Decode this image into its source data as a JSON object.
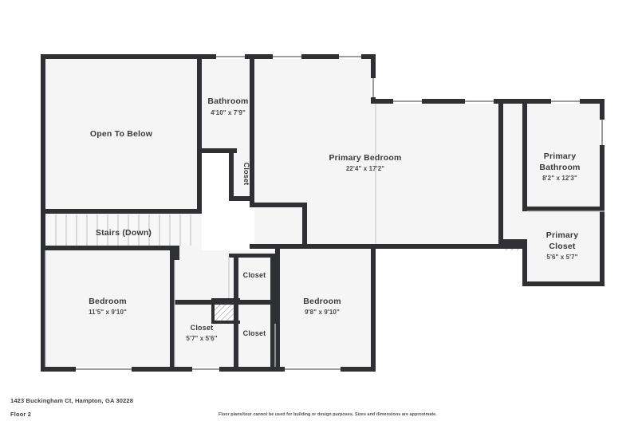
{
  "document": {
    "address": "1423 Buckingham Ct, Hampton, GA 30228",
    "floor_label": "Floor 2",
    "disclaimer": "Floor plans/tour cannot be used for building or design purposes. Sizes and dimensions are approximate."
  },
  "colors": {
    "background": "#ffffff",
    "floor_fill": "#f5f5f5",
    "wall": "#2e3033",
    "wall_light": "#6f7276",
    "window": "#ffffff",
    "text": "#3a3a3c",
    "hatch": "#8a8c90",
    "stair_line": "#b9bbbe"
  },
  "rooms": [
    {
      "id": "open-to-below",
      "name": "Open To Below",
      "dims": ""
    },
    {
      "id": "bathroom",
      "name": "Bathroom",
      "dims": "4'10\" x 7'9\""
    },
    {
      "id": "closet-bath",
      "name": "Closet",
      "dims": ""
    },
    {
      "id": "primary-bedroom",
      "name": "Primary Bedroom",
      "dims": "22'4\" x 17'2\""
    },
    {
      "id": "primary-bathroom",
      "name": "Primary Bathroom",
      "dims": "8'2\" x 12'3\""
    },
    {
      "id": "primary-closet",
      "name": "Primary Closet",
      "dims": "5'6\" x 5'7\""
    },
    {
      "id": "stairs",
      "name": "Stairs (Down)",
      "dims": ""
    },
    {
      "id": "bedroom-left",
      "name": "Bedroom",
      "dims": "11'5\" x 9'10\""
    },
    {
      "id": "bedroom-right",
      "name": "Bedroom",
      "dims": "9'8\" x 9'10\""
    },
    {
      "id": "closet-upper-mid",
      "name": "Closet",
      "dims": ""
    },
    {
      "id": "closet-lower-left",
      "name": "Closet",
      "dims": "5'7\" x 5'6\""
    },
    {
      "id": "closet-lower-right",
      "name": "Closet",
      "dims": ""
    }
  ],
  "labels": {
    "open_to_below": "Open To Below",
    "bathroom_name": "Bathroom",
    "bathroom_dims": "4'10\" x 7'9\"",
    "closet_bath": "Closet",
    "primary_bedroom_name": "Primary Bedroom",
    "primary_bedroom_dims": "22'4\" x 17'2\"",
    "primary_bathroom_line1": "Primary",
    "primary_bathroom_line2": "Bathroom",
    "primary_bathroom_dims": "8'2\" x 12'3\"",
    "primary_closet_line1": "Primary",
    "primary_closet_line2": "Closet",
    "primary_closet_dims": "5'6\" x 5'7\"",
    "stairs": "Stairs (Down)",
    "bedroom_left_name": "Bedroom",
    "bedroom_left_dims": "11'5\" x 9'10\"",
    "bedroom_right_name": "Bedroom",
    "bedroom_right_dims": "9'8\" x 9'10\"",
    "closet_upper_mid": "Closet",
    "closet_lower_left_name": "Closet",
    "closet_lower_left_dims": "5'7\" x 5'6\"",
    "closet_lower_right": "Closet"
  }
}
